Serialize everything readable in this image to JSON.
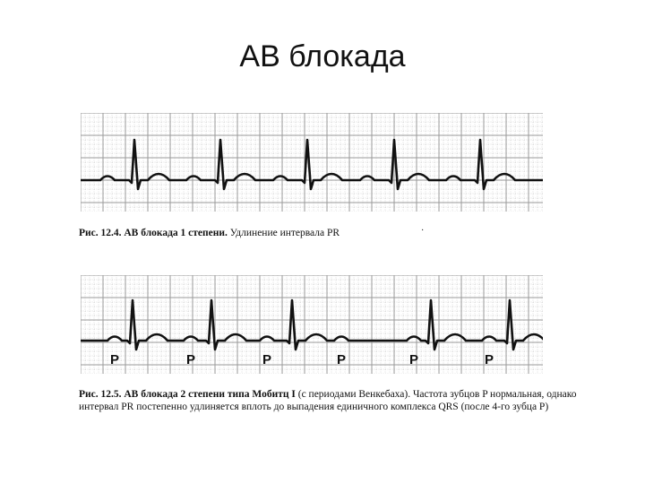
{
  "slide": {
    "title": "АВ блокада"
  },
  "figure1": {
    "caption_bold": "Рис. 12.4. АВ блокада 1 степени.",
    "caption_rest": " Удлинение интервала PR"
  },
  "figure2": {
    "caption_bold": "Рис. 12.5. АВ блокада 2 степени типа Мобитц I",
    "caption_rest": " (с периодами Венкебаха). Частота зубцов P нормальная, однако интервал PR постепенно удлиняется вплоть до выпадения единичного комплекса QRS (после 4-го зубца P)",
    "p_labels": [
      "P",
      "P",
      "P",
      "P",
      "P",
      "P"
    ]
  },
  "colors": {
    "grid": "#9a9a9a",
    "trace": "#111111",
    "background": "#ffffff"
  }
}
